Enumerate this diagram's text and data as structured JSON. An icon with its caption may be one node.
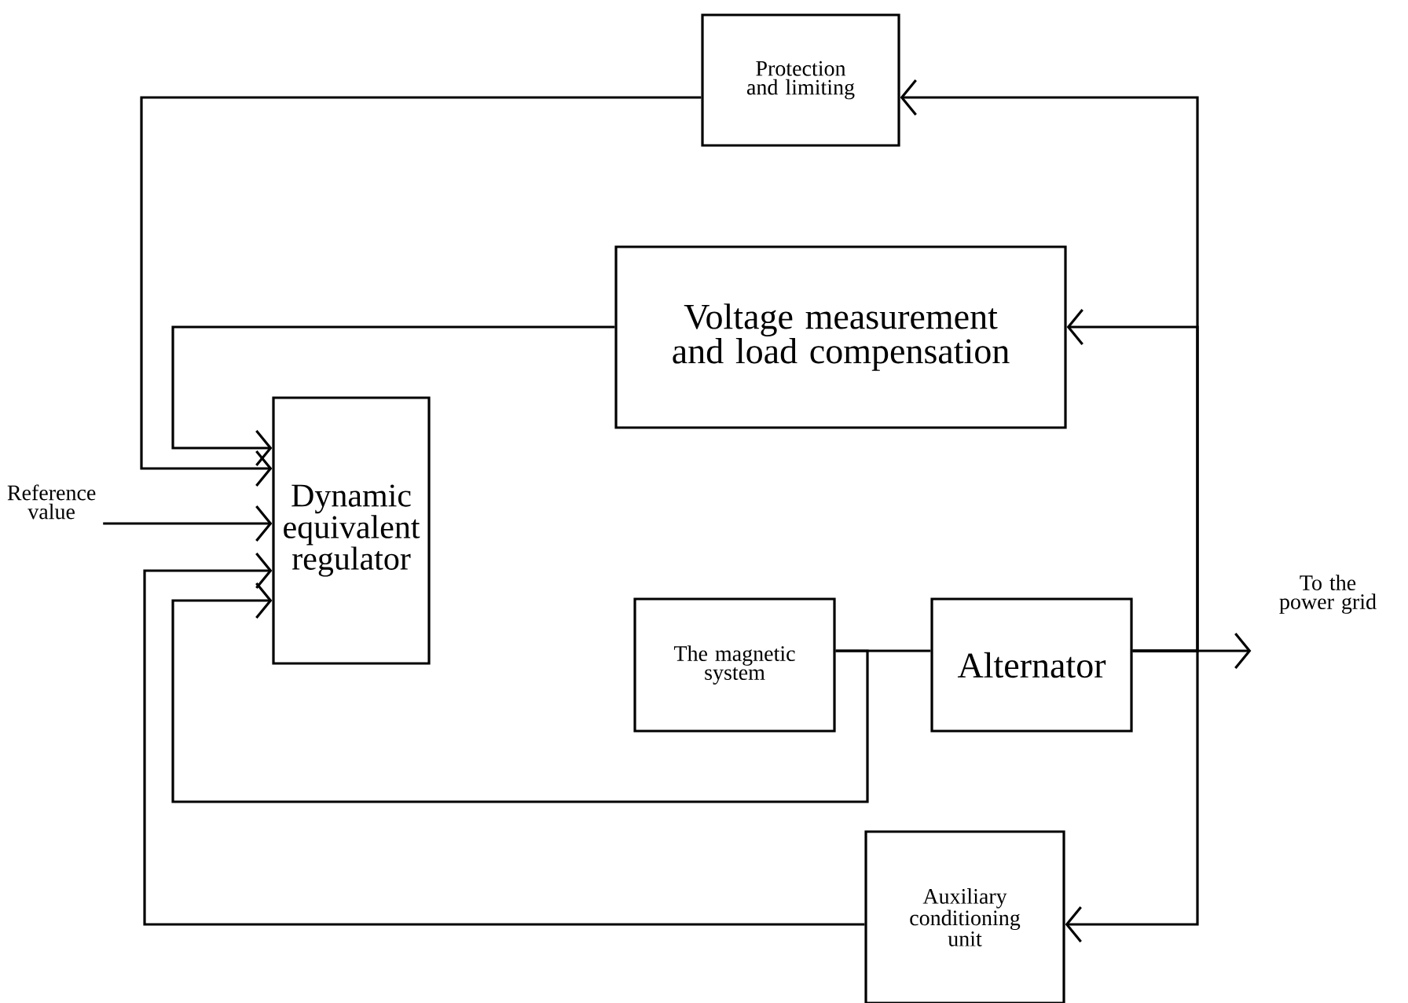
{
  "diagram": {
    "nodes": [
      {
        "text": [
          "Protection and limiting"
        ]
      },
      {
        "text": [
          "Voltage measurement and load compensation"
        ]
      },
      {
        "text": [
          "Reference value"
        ]
      },
      {
        "text": [
          "Dynamic equivalent regulator"
        ]
      },
      {
        "text": [
          "The magnetic system"
        ]
      },
      {
        "text": [
          "Alternator"
        ]
      },
      {
        "text": [
          "To the power grid"
        ]
      },
      {
        "text": [
          "Auxiliary conditioning unit"
        ]
      }
    ],
    "edges": [
      {
        "from": 0,
        "to": 3,
        "arrow": "to"
      },
      {
        "from": 1,
        "to": 3,
        "arrow": "to"
      },
      {
        "from": 2,
        "to": 3,
        "arrow": "to"
      },
      {
        "from": 7,
        "to": 3,
        "arrow": "to"
      },
      {
        "from": 4,
        "to": 3,
        "arrow": "to"
      },
      {
        "from": 4,
        "to": 5,
        "arrow": "none"
      },
      {
        "from": 5,
        "to": 0,
        "arrow": "to"
      },
      {
        "from": 5,
        "to": 1,
        "arrow": "to"
      },
      {
        "from": 5,
        "to": 7,
        "arrow": "to"
      },
      {
        "from": 5,
        "to": 6,
        "arrow": "to"
      }
    ]
  }
}
